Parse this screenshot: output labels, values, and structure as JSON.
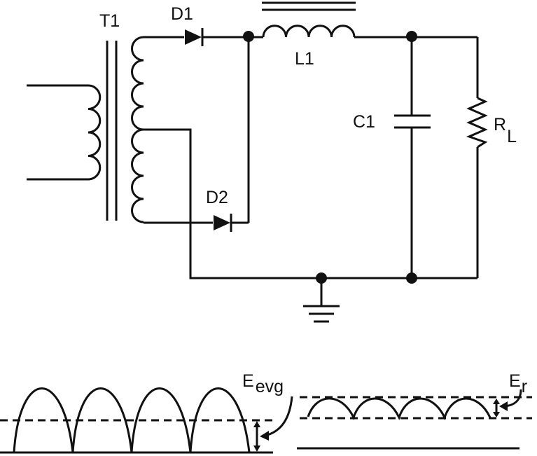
{
  "labels": {
    "t1": "T1",
    "d1": "D1",
    "d2": "D2",
    "l1": "L1",
    "c1": "C1",
    "rl_main": "R",
    "rl_sub": "L",
    "eavg_main": "E",
    "eavg_sub": "evg",
    "er_main": "E",
    "er_sub": "r"
  },
  "colors": {
    "ink": "#111111",
    "background": "#ffffff"
  }
}
